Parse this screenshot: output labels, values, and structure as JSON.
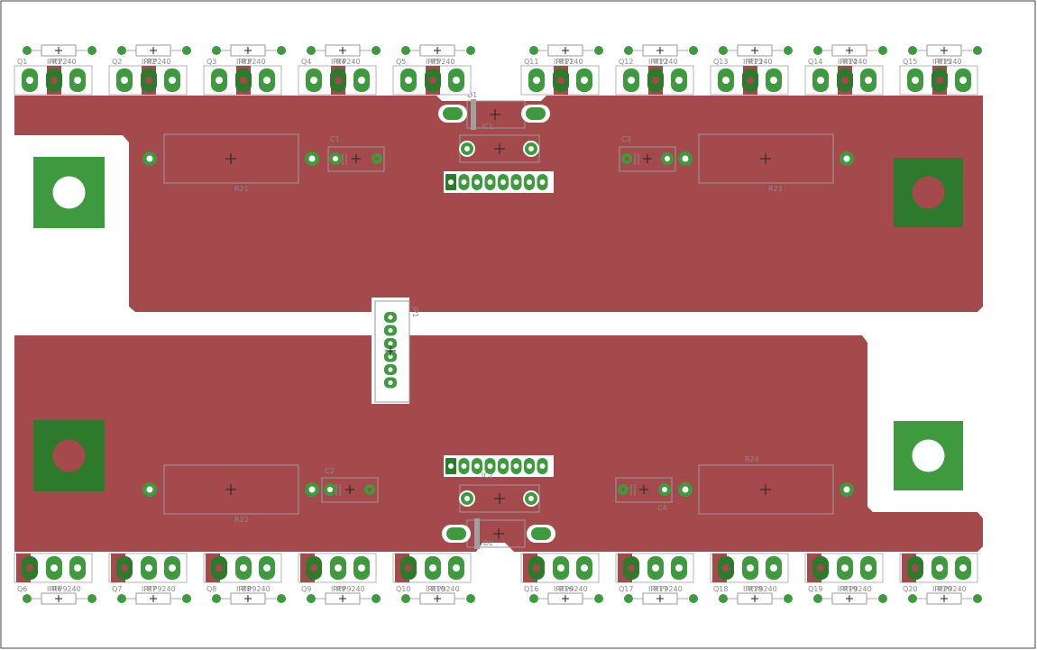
{
  "colors": {
    "copper": "#a54a4c",
    "pad": "#3f9a3f",
    "pad_dark": "#2d7a2d",
    "silk": "#8a8a8a",
    "hole": "#ffffff",
    "border": "#444444"
  },
  "top_transistors": [
    {
      "ref": "Q1",
      "val": "IRFP240",
      "res": "R1"
    },
    {
      "ref": "Q2",
      "val": "IRFP240",
      "res": "R2"
    },
    {
      "ref": "Q3",
      "val": "IRFP240",
      "res": "R3"
    },
    {
      "ref": "Q4",
      "val": "IRFP240",
      "res": "R4"
    },
    {
      "ref": "Q5",
      "val": "IRFP240",
      "res": "R5"
    },
    {
      "ref": "Q11",
      "val": "IRFP240",
      "res": "R11"
    },
    {
      "ref": "Q12",
      "val": "IRFP240",
      "res": "R12"
    },
    {
      "ref": "Q13",
      "val": "IRFP240",
      "res": "R13"
    },
    {
      "ref": "Q14",
      "val": "IRFP240",
      "res": "R14"
    },
    {
      "ref": "Q15",
      "val": "IRFP240",
      "res": "R15"
    }
  ],
  "bottom_transistors": [
    {
      "ref": "Q6",
      "val": "IRFP9240",
      "res": "R6"
    },
    {
      "ref": "Q7",
      "val": "IRFP9240",
      "res": "R7"
    },
    {
      "ref": "Q8",
      "val": "IRFP9240",
      "res": "R8"
    },
    {
      "ref": "Q9",
      "val": "IRFP9240",
      "res": "R9"
    },
    {
      "ref": "Q10",
      "val": "IRFP9240",
      "res": "R10"
    },
    {
      "ref": "Q16",
      "val": "IRFP9240",
      "res": "R16"
    },
    {
      "ref": "Q17",
      "val": "IRFP9240",
      "res": "R17"
    },
    {
      "ref": "Q18",
      "val": "IRFP9240",
      "res": "R18"
    },
    {
      "ref": "Q19",
      "val": "IRFP9240",
      "res": "R19"
    },
    {
      "ref": "Q20",
      "val": "IRFP9240",
      "res": "R20"
    }
  ],
  "labels": {
    "r21": "R21",
    "r22": "R22",
    "r23": "R23",
    "r24": "R24",
    "c1": "C1",
    "c2": "C2",
    "c3": "C3",
    "c4": "C4",
    "d1": "D1",
    "d2": "D2",
    "ic1": "IC1",
    "ic2": "IC2",
    "con": "JP1"
  }
}
